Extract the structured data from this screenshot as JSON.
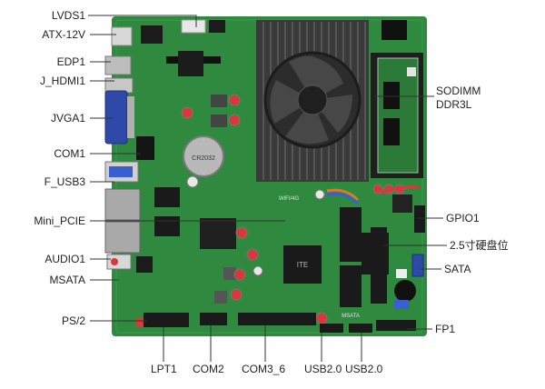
{
  "labels": {
    "left": [
      "LVDS1",
      "ATX-12V",
      "EDP1",
      "J_HDMI1",
      "JVGA1",
      "COM1",
      "F_USB3",
      "Mini_PCIE",
      "AUDIO1",
      "MSATA",
      "PS/2"
    ],
    "right": [
      "SODIMM",
      "DDR3L",
      "GPIO1",
      "2.5寸硬盘位",
      "SATA",
      "FP1"
    ],
    "bottom": [
      "LPT1",
      "COM2",
      "COM3_6",
      "USB2.0",
      "USB2.0"
    ]
  },
  "board_text": {
    "wifi": "WIFI/4G",
    "msata": "MSATA",
    "battery": "CR2032",
    "chip": "ITE"
  },
  "colors": {
    "pcb": "#2f8a3f",
    "pcb_dark": "#236d31",
    "heatsink": "#3a3a3a",
    "label_line": "#333333"
  }
}
